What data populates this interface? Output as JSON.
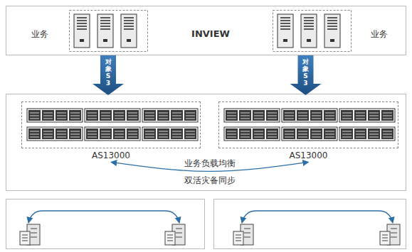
{
  "diagram": {
    "nodes": [
      {
        "text": [
          "业务",
          "INVIEW",
          "业务"
        ]
      },
      {
        "text": [
          "AS13000"
        ]
      },
      {
        "text": [
          "AS13000"
        ]
      }
    ],
    "edges": [
      {
        "from": 0,
        "to": 1,
        "arrow": "to",
        "label": "对象S3"
      },
      {
        "from": 0,
        "to": 2,
        "arrow": "to",
        "label": "对象S3"
      },
      {
        "from": 1,
        "to": 2,
        "arrow": "both",
        "label": "业务负载均衡"
      }
    ],
    "labels": [
      "双活灾备同步"
    ]
  }
}
